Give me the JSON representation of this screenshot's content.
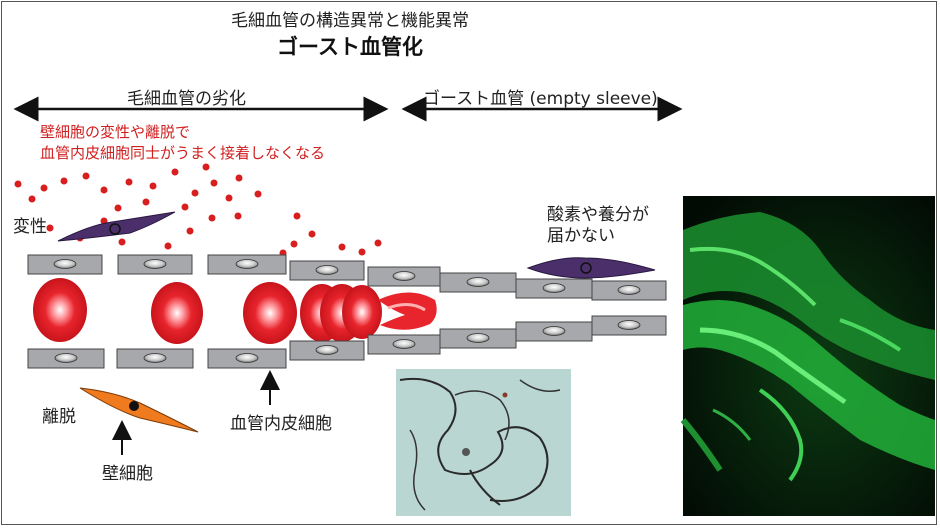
{
  "title": "毛細血管の構造異常と機能異常",
  "subtitle": "ゴースト血管化",
  "sections": {
    "deterioration": "毛細血管の劣化",
    "ghost": "ゴースト血管 (empty sleeve)"
  },
  "note_lines": [
    "壁細胞の変性や離脱で",
    "血管内皮細胞同士がうまく接着しなくなる"
  ],
  "labels": {
    "degeneration": "変性",
    "detachment": "離脱",
    "pericyte": "壁細胞",
    "endothelial": "血管内皮細胞",
    "no_supply_1": "酸素や養分が",
    "no_supply_2": "届かない"
  },
  "colors": {
    "rbc": "#e8242c",
    "dot": "#d81e1e",
    "degenerated_cell": "#4b2f6b",
    "pericyte_cell": "#f07a1e",
    "endothelial_fill": "#a6a8ab",
    "photo_green": "#1fbf3a",
    "note_text": "#d02020"
  }
}
